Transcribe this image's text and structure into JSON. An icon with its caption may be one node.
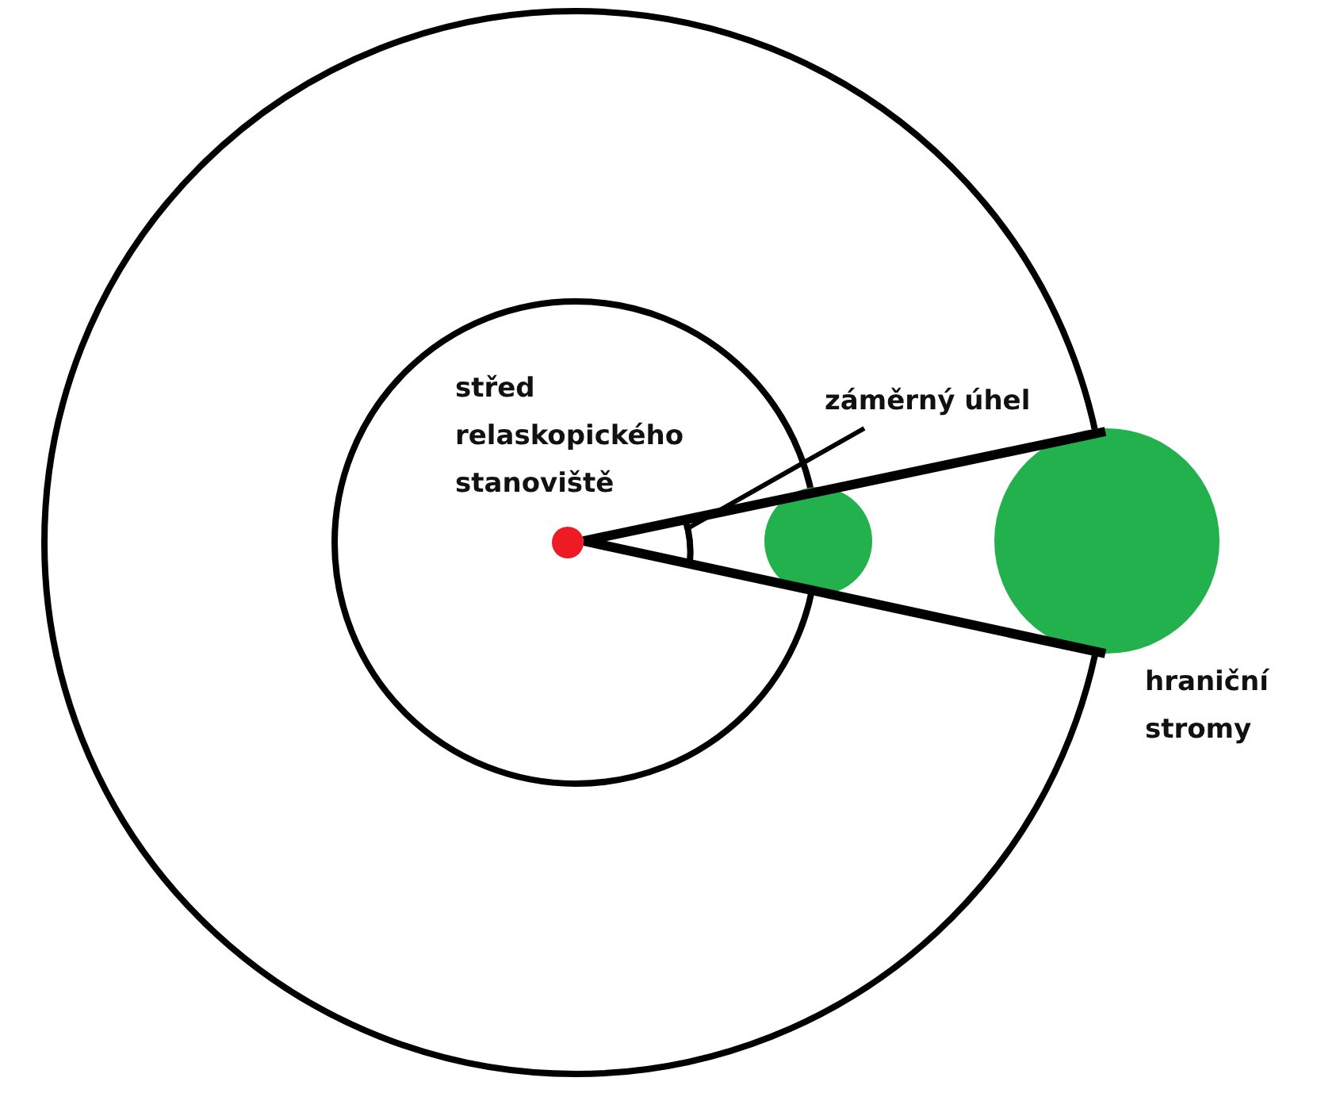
{
  "diagram": {
    "nodes": [
      {
        "text": [
          "záměrný úhel"
        ]
      },
      {
        "text": [],
        "shape": "arc"
      }
    ],
    "edges": [
      {
        "from": 0,
        "to": 1,
        "arrow": "none"
      }
    ],
    "labels": [
      "střed relaskopického stanoviště",
      "hraniční stromy"
    ]
  }
}
